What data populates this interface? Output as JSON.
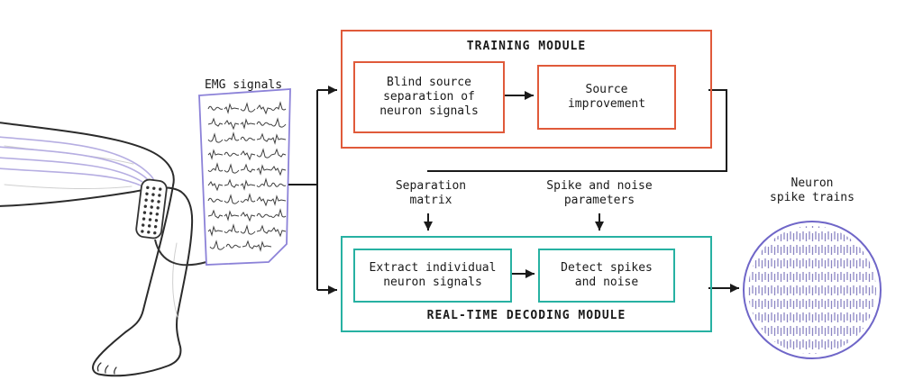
{
  "colors": {
    "training": "#e05a3a",
    "decoding": "#27b1a2",
    "emg_panel": "#8c82d8",
    "raster_border": "#6f66c8",
    "raster_tick": "#8c86c4",
    "arrow": "#1a1a1a"
  },
  "labels": {
    "emg": "EMG signals",
    "training_title": "TRAINING MODULE",
    "blind_source": "Blind source\nseparation of\nneuron signals",
    "source_improvement": "Source\nimprovement",
    "separation_matrix": "Separation\nmatrix",
    "spike_noise": "Spike and noise\nparameters",
    "decoding_title": "REAL-TIME DECODING MODULE",
    "extract": "Extract individual\nneuron signals",
    "detect": "Detect spikes\nand noise",
    "output": "Neuron\nspike trains"
  }
}
